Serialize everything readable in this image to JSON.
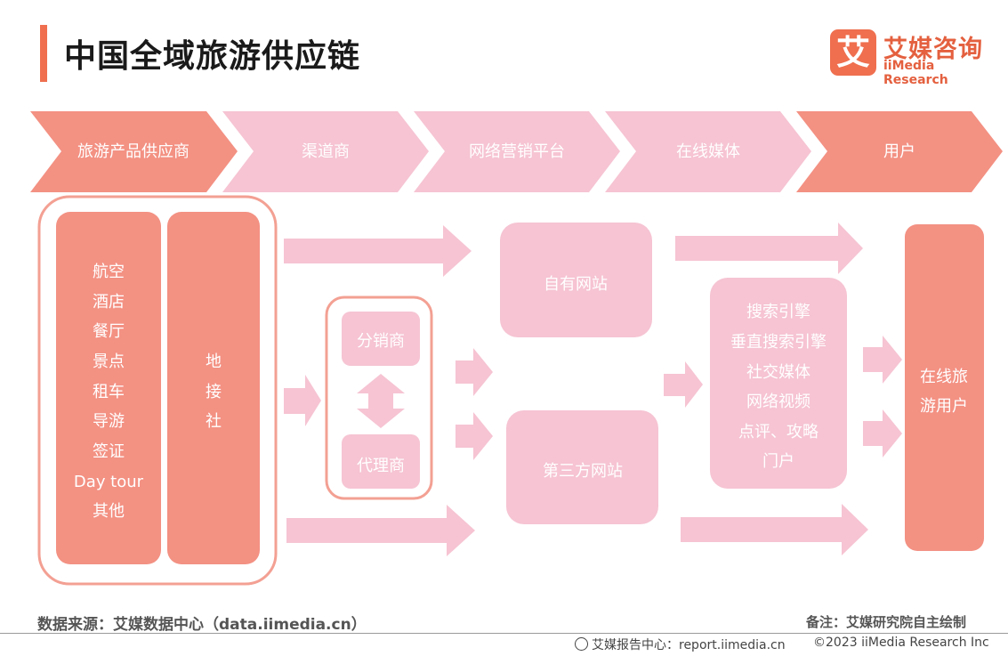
{
  "header": {
    "title": "中国全域旅游供应链"
  },
  "logo": {
    "mark": "艾",
    "name_cn": "艾媒咨询",
    "name_en": "iiMedia Research"
  },
  "stages": [
    "旅游产品供应商",
    "渠道商",
    "网络营销平台",
    "在线媒体",
    "用户"
  ],
  "suppliers": {
    "items": [
      "航空",
      "酒店",
      "餐厅",
      "景点",
      "租车",
      "导游",
      "签证",
      "Day tour",
      "其他"
    ],
    "local": [
      "地",
      "接",
      "社"
    ]
  },
  "channels": {
    "distributor": "分销商",
    "agent": "代理商"
  },
  "platforms": {
    "own_site": "自有网站",
    "third_party": "第三方网站"
  },
  "media": {
    "items": [
      "搜索引擎",
      "垂直搜索引擎",
      "社交媒体",
      "网络视频",
      "点评、攻略",
      "门户"
    ]
  },
  "users": {
    "lines": [
      "在线旅",
      "游用户"
    ]
  },
  "colors": {
    "accent": "#ef6f4f",
    "salmon": "#f39183",
    "pink": "#f6c4d3"
  },
  "footer": {
    "source": "数据来源：艾媒数据中心（data.iimedia.cn）",
    "note": "备注：艾媒研究院自主绘制",
    "report": "艾媒报告中心：report.iimedia.cn",
    "copyright": "©2023  iiMedia Research  Inc"
  }
}
